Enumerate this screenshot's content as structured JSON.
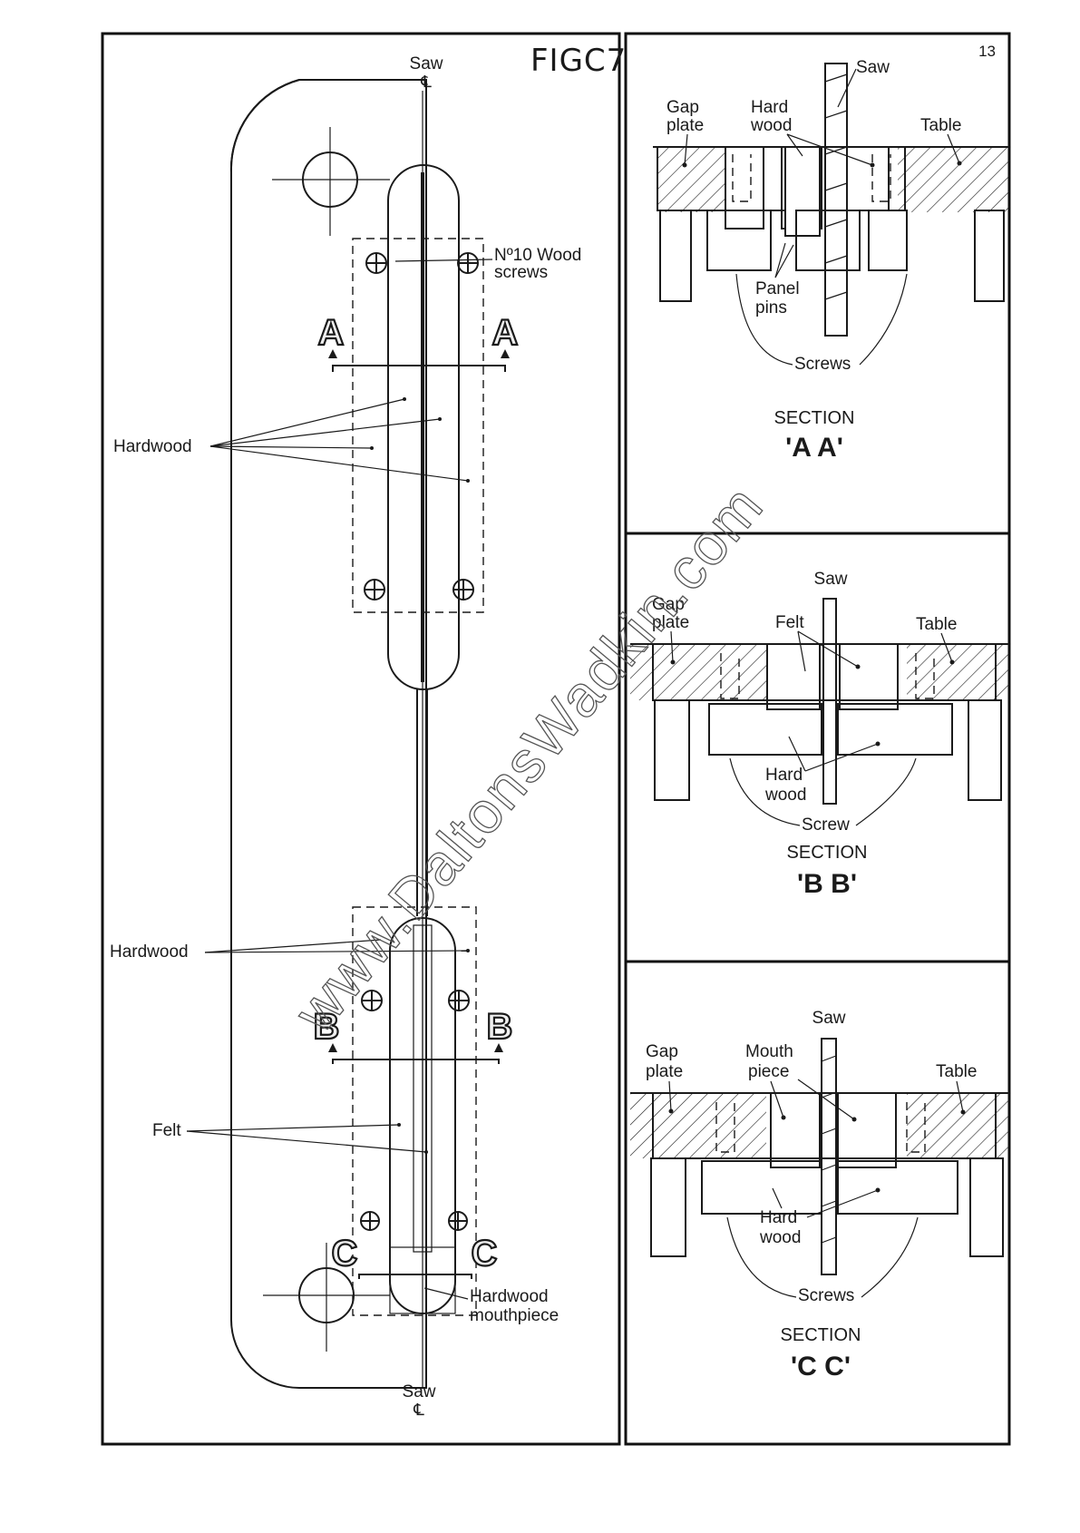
{
  "figure_label": "FIGC7",
  "page_number": "13",
  "watermark": "www.DaltonsWadkin.com",
  "plan_view": {
    "saw_top": "Saw",
    "saw_bottom": "Saw",
    "centerline_symbol": "℄",
    "wood_screws_line1": "Nº10 Wood",
    "wood_screws_line2": "screws",
    "section_a": "A",
    "section_b": "B",
    "section_c": "C",
    "hardwood_upper": "Hardwood",
    "hardwood_lower": "Hardwood",
    "felt": "Felt",
    "mouthpiece_line1": "Hardwood",
    "mouthpiece_line2": "mouthpiece"
  },
  "section_aa": {
    "saw": "Saw",
    "gap_plate_line1": "Gap",
    "gap_plate_line2": "plate",
    "hard_wood_line1": "Hard",
    "hard_wood_line2": "wood",
    "table": "Table",
    "panel_pins_line1": "Panel",
    "panel_pins_line2": "pins",
    "screws": "Screws",
    "title": "SECTION",
    "letters": "'A A'"
  },
  "section_bb": {
    "saw": "Saw",
    "gap_plate_line1": "Gap",
    "gap_plate_line2": "plate",
    "felt": "Felt",
    "table": "Table",
    "hard_wood_line1": "Hard",
    "hard_wood_line2": "wood",
    "screw": "Screw",
    "title": "SECTION",
    "letters": "'B B'"
  },
  "section_cc": {
    "saw": "Saw",
    "gap_plate_line1": "Gap",
    "gap_plate_line2": "plate",
    "mouth_piece_line1": "Mouth",
    "mouth_piece_line2": "piece",
    "table": "Table",
    "hard_wood_line1": "Hard",
    "hard_wood_line2": "wood",
    "screws": "Screws",
    "title": "SECTION",
    "letters": "'C C'"
  }
}
